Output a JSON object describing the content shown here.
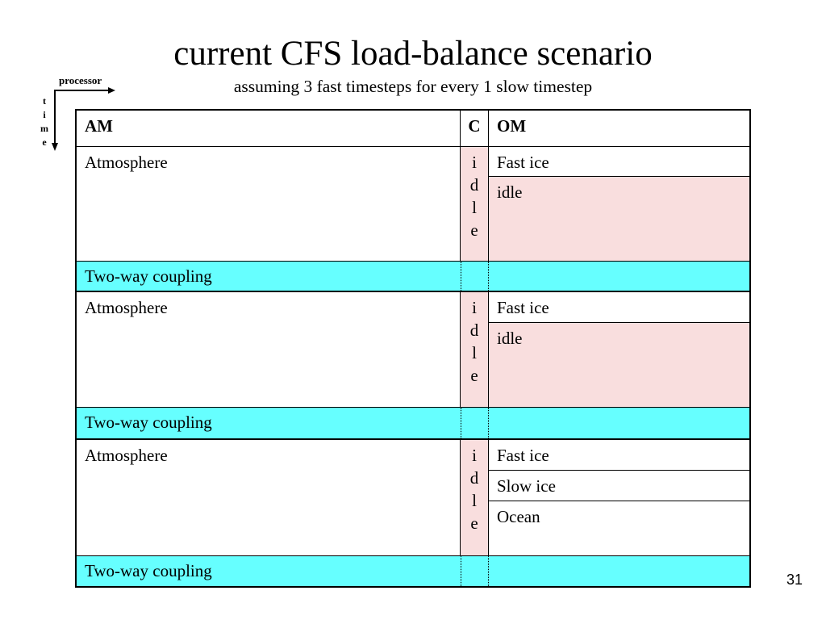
{
  "slide": {
    "title": "current CFS load-balance scenario",
    "subtitle": "assuming 3 fast timesteps for every 1 slow timestep",
    "page_number": "31"
  },
  "axes": {
    "horizontal_label": "processor",
    "vertical_label": [
      "t",
      "i",
      "m",
      "e"
    ]
  },
  "table": {
    "header": {
      "am": "AM",
      "c": "C",
      "om": "OM"
    },
    "blocks": [
      {
        "am": "Atmosphere",
        "c": [
          "i",
          "d",
          "l",
          "e"
        ],
        "om": [
          "Fast ice",
          "idle"
        ],
        "coupling": "Two-way coupling"
      },
      {
        "am": "Atmosphere",
        "c": [
          "i",
          "d",
          "l",
          "e"
        ],
        "om": [
          "Fast ice",
          "idle"
        ],
        "coupling": "Two-way coupling"
      },
      {
        "am": "Atmosphere",
        "c": [
          "i",
          "d",
          "l",
          "e"
        ],
        "om": [
          "Fast ice",
          "Slow ice",
          "Ocean"
        ],
        "coupling": "Two-way coupling"
      }
    ]
  },
  "colors": {
    "coupling_row": "#66ffff",
    "idle_cell": "#f9dede",
    "grid_line": "#000000",
    "background": "#ffffff"
  }
}
